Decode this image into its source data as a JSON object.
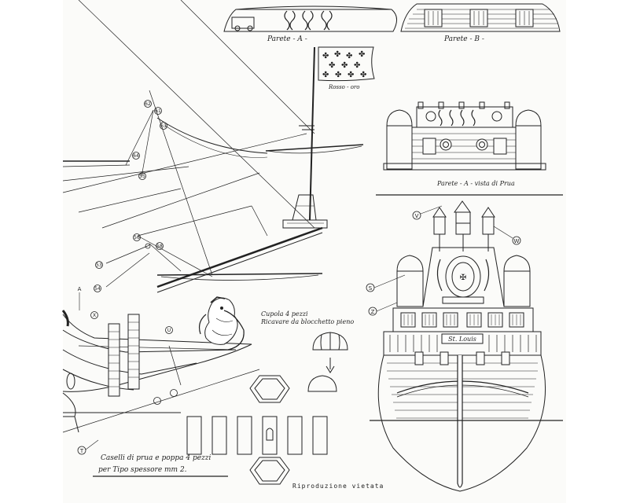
{
  "panels": {
    "parete_a_label": "Parete - A -",
    "parete_b_label": "Parete - B -",
    "parete_a_prua_label": "Parete - A - vista di Prua"
  },
  "flag": {
    "color_label": "Rosso - oro"
  },
  "cupola": {
    "note_line1": "Cupola 4 pezzi",
    "note_line2": "Ricavare da blocchetto pieno"
  },
  "caselli": {
    "note_line1": "Caselli di prua e poppa 4 pezzi",
    "note_line2": "per Tipo spessore mm 2."
  },
  "footer": {
    "notice": "Riproduzione vietata"
  },
  "stern": {
    "name_plate": "St. Louis"
  },
  "callouts": {
    "c62": "62",
    "c61": "61",
    "c63": "63",
    "c64": "64",
    "c55": "55",
    "c56": "56",
    "c53": "53",
    "c58": "58",
    "c54": "54",
    "cU": "U",
    "cA": "A",
    "cX": "X",
    "cT": "T",
    "cV": "V",
    "cW": "W",
    "cS": "S",
    "cZ": "Z"
  }
}
